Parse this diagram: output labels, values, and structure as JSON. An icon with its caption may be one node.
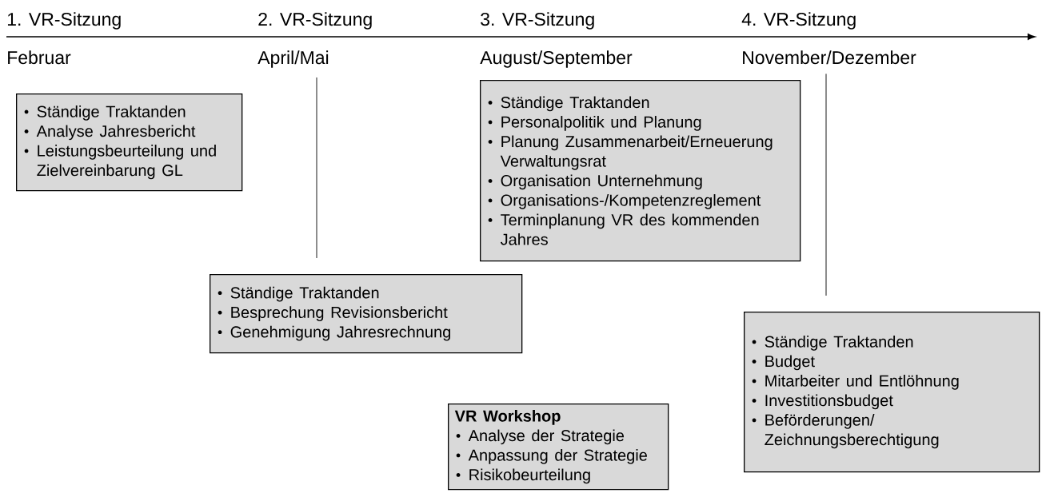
{
  "diagram": {
    "nodes": [
      {
        "text": [
          "Ständige Traktanden",
          "Analyse Jahresbericht",
          "Leistungsbeurteilung und Zielvereinbarung GL"
        ]
      },
      {
        "text": [
          "April/Mai"
        ]
      },
      {
        "text": [
          "Ständige Traktanden",
          "Personalpolitik und Planung",
          "Planung Zusammenarbeit/Erneuerung Verwaltungsrat",
          "Organisation Unternehmung",
          "Organisations-/Kompetenzreglement",
          "Terminplanung VR des kommenden Jahres"
        ]
      },
      {
        "text": [
          "November/Dezember"
        ]
      },
      {
        "text": [
          "Ständige Traktanden",
          "Besprechung Revisionsbericht",
          "Genehmigung Jahresrechnung"
        ]
      },
      {
        "text": [
          "Ständige Traktanden",
          "Budget",
          "Mitarbeiter und Entlöhnung",
          "Investitionsbudget",
          "Beförderungen/ Zeichnungsberechtigung"
        ]
      },
      {
        "text": [
          "VR Workshop",
          "Analyse der Strategie",
          "Anpassung der Strategie",
          "Risikobeurteilung"
        ]
      }
    ],
    "edges": [
      {
        "from": 1,
        "to": 4,
        "arrow": "none"
      },
      {
        "from": 3,
        "to": 5,
        "arrow": "none"
      }
    ],
    "labels": [
      "1. VR-Sitzung",
      "2. VR-Sitzung",
      "3. VR-Sitzung",
      "4. VR-Sitzung",
      "Februar",
      "August/September"
    ]
  }
}
